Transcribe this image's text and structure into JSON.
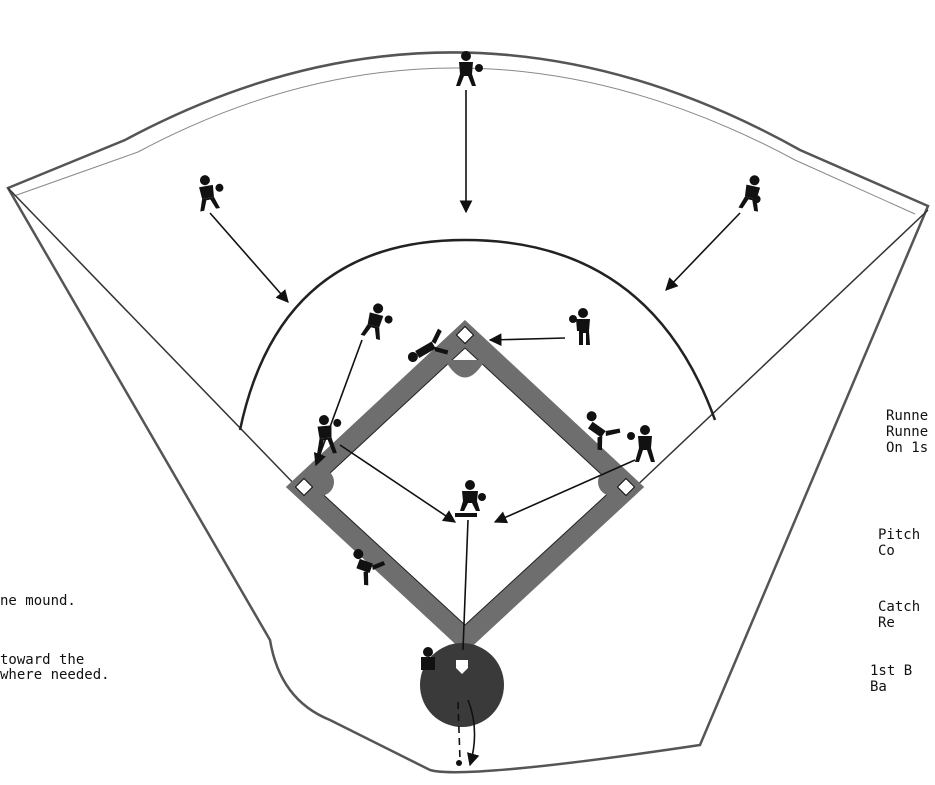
{
  "colors": {
    "ink": "#111111",
    "dirt": "#6e6e6e",
    "paper": "#ffffff"
  },
  "left_notes": {
    "line1": "ne mound.",
    "line2": "toward the",
    "line3": "where needed."
  },
  "right_notes": {
    "r1": "Runne",
    "r2": "Runne",
    "r3": "On 1s",
    "r4": "Pitch",
    "r5": "Co",
    "r6": "Catch",
    "r7": "Re",
    "r8": "1st B",
    "r9": "Ba"
  }
}
